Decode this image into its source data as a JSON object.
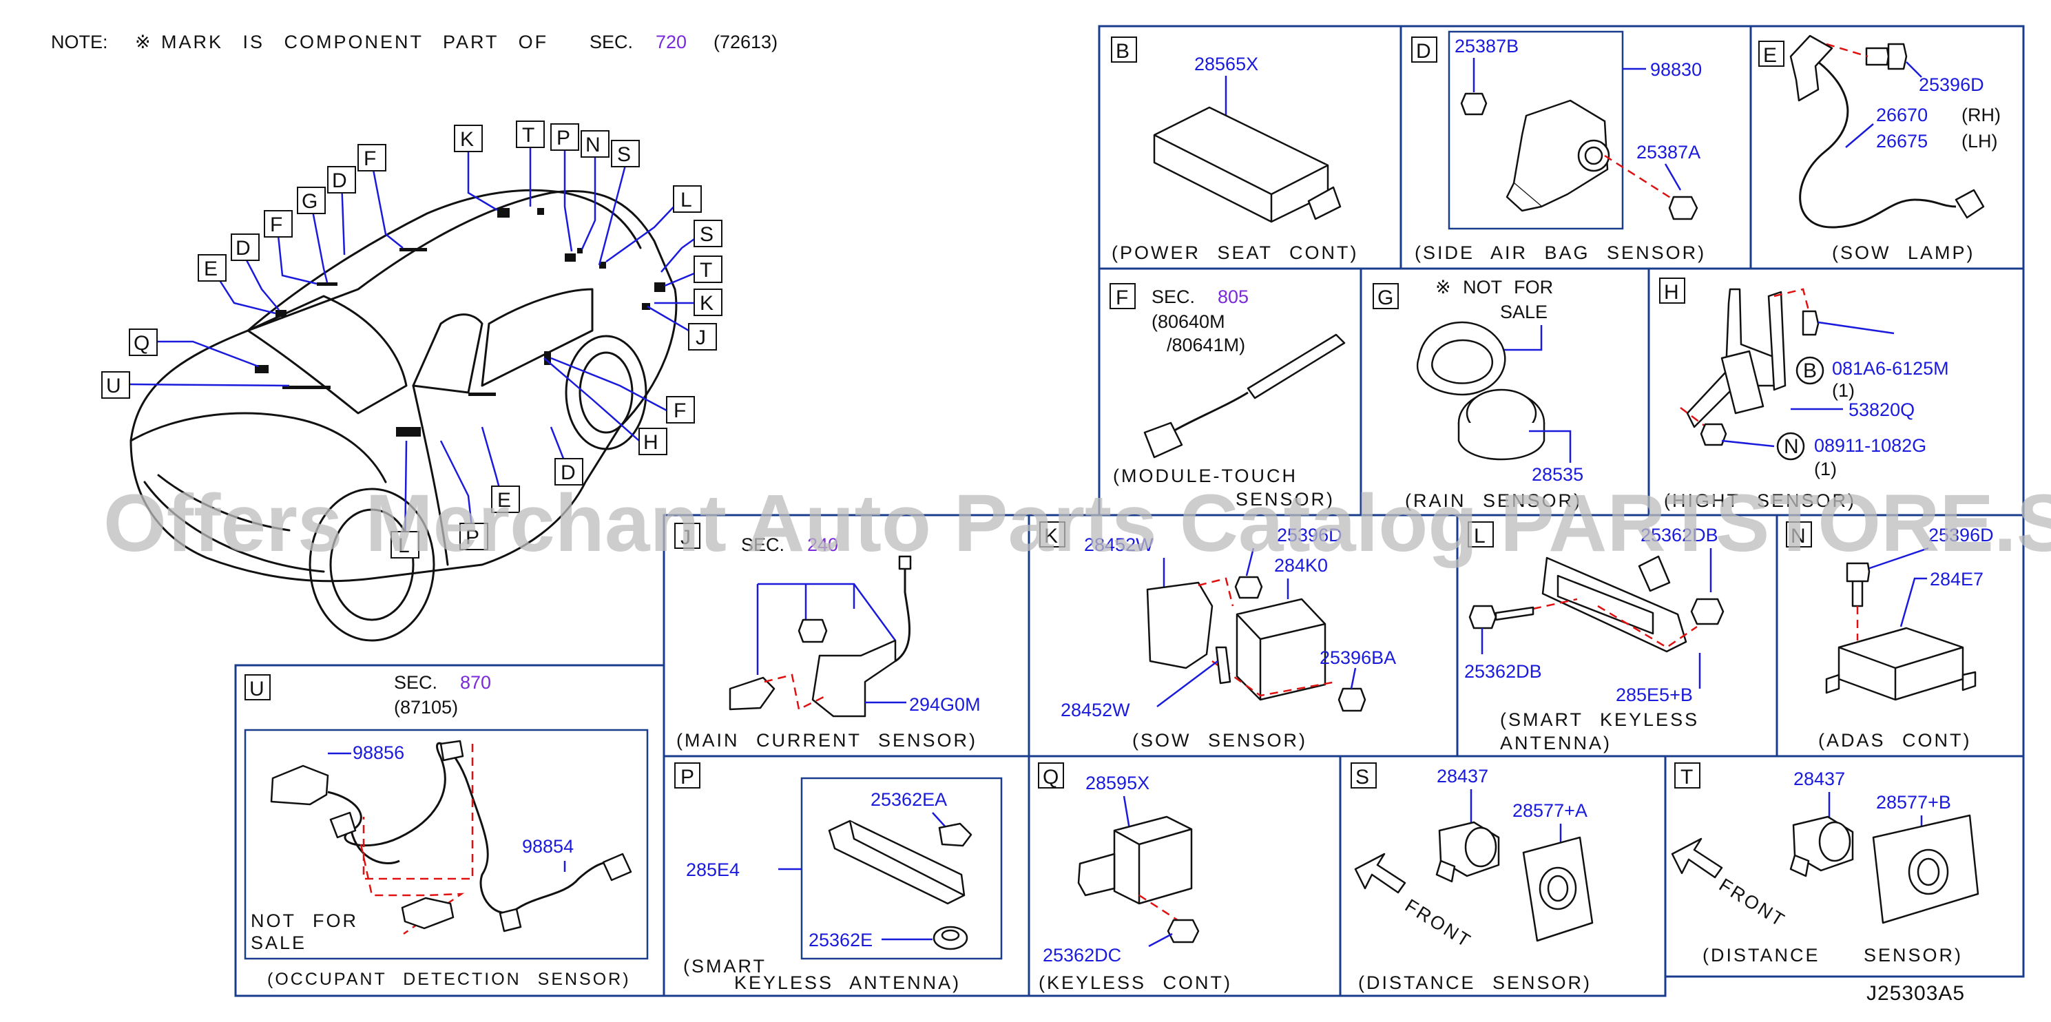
{
  "note": {
    "prefix": "NOTE:",
    "mark": "※",
    "text": "MARK IS COMPONENT PART OF",
    "sec_label": "SEC.",
    "sec_number": "720",
    "sec_code": "(72613)"
  },
  "watermark": "Offers Merchant Auto Parts Catalog PARTSTORE.SA",
  "diagram_code": "J25303A5",
  "overview_callouts": [
    "K",
    "T",
    "P",
    "N",
    "S",
    "L",
    "S",
    "T",
    "K",
    "J",
    "F",
    "G",
    "D",
    "F",
    "E",
    "D",
    "Q",
    "U",
    "F",
    "H",
    "D",
    "E",
    "P",
    "L"
  ],
  "panels": {
    "B": {
      "letter": "B",
      "parts": [
        "28565X"
      ],
      "caption": "(POWER SEAT CONT)"
    },
    "D": {
      "letter": "D",
      "parts": [
        "25387B",
        "98830",
        "25387A"
      ],
      "caption": "(SIDE AIR BAG SENSOR)"
    },
    "E": {
      "letter": "E",
      "parts": [
        "25396D",
        "26670",
        "26675"
      ],
      "side_rh": "(RH)",
      "side_lh": "(LH)",
      "caption": "(SOW LAMP)"
    },
    "F": {
      "letter": "F",
      "sec_label": "SEC.",
      "sec_number": "805",
      "codes": [
        "(80640M",
        "/80641M)"
      ],
      "caption_1": "(MODULE-TOUCH",
      "caption_2": "SENSOR)"
    },
    "G": {
      "letter": "G",
      "mark_text": "※ NOT FOR",
      "mark_text_2": "SALE",
      "parts": [
        "28535"
      ],
      "caption": "(RAIN SENSOR)"
    },
    "H": {
      "letter": "H",
      "b_mark": "B",
      "n_mark": "N",
      "parts": [
        "081A6-6125M",
        "53820Q",
        "08911-1082G"
      ],
      "qty_1": "(1)",
      "qty_2": "(1)",
      "caption": "(HIGHT SENSOR)"
    },
    "J": {
      "letter": "J",
      "sec_label": "SEC.",
      "sec_number": "240",
      "parts": [
        "294G0M"
      ],
      "caption": "(MAIN CURRENT SENSOR)"
    },
    "K": {
      "letter": "K",
      "parts": [
        "28452W",
        "25396D",
        "284K0",
        "25396BA",
        "28452W"
      ],
      "caption": "(SOW SENSOR)"
    },
    "L": {
      "letter": "L",
      "parts": [
        "25362DB",
        "25362DB",
        "285E5+B"
      ],
      "caption_1": "(SMART KEYLESS",
      "caption_2": "ANTENNA)"
    },
    "N": {
      "letter": "N",
      "parts": [
        "25396D",
        "284E7"
      ],
      "caption": "(ADAS CONT)"
    },
    "U": {
      "letter": "U",
      "sec_label": "SEC.",
      "sec_number": "870",
      "sec_code": "(87105)",
      "parts": [
        "98856",
        "98854"
      ],
      "nfs_1": "NOT FOR",
      "nfs_2": "SALE",
      "caption": "(OCCUPANT DETECTION SENSOR)"
    },
    "P": {
      "letter": "P",
      "parts": [
        "285E4",
        "25362EA",
        "25362E"
      ],
      "caption_1": "(SMART",
      "caption_2": "KEYLESS ANTENNA)"
    },
    "Q": {
      "letter": "Q",
      "parts": [
        "28595X",
        "25362DC"
      ],
      "caption": "(KEYLESS CONT)"
    },
    "S": {
      "letter": "S",
      "parts": [
        "28437",
        "28577+A"
      ],
      "front": "FRONT",
      "caption": "(DISTANCE SENSOR)"
    },
    "T": {
      "letter": "T",
      "parts": [
        "28437",
        "28577+B"
      ],
      "front": "FRONT",
      "caption_1": "(DISTANCE",
      "caption_2": "SENSOR)"
    }
  },
  "colors": {
    "part_number": "#1a1adc",
    "section_number": "#7a2ad8",
    "panel_border": "#1a3c8c",
    "leader_dash": "#e01010"
  }
}
